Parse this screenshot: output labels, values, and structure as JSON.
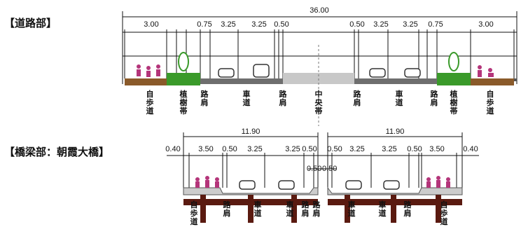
{
  "headings": {
    "road": "【道路部】",
    "bridge": "【橋梁部：朝霞大橋】"
  },
  "road_section": {
    "total_width": "36.00",
    "dimensions": [
      "3.00",
      "0.75",
      "3.25",
      "3.25",
      "0.50",
      "0.50",
      "3.25",
      "3.25",
      "0.75",
      "3.00"
    ],
    "labels": [
      "自歩道",
      "植樹帯",
      "路肩",
      "車道",
      "路肩",
      "中央帯",
      "路肩",
      "車道",
      "路肩",
      "植樹帯",
      "自歩道"
    ]
  },
  "bridge_section": {
    "deck_widths": [
      "11.90",
      "11.90"
    ],
    "dimensions": [
      "0.40",
      "3.50",
      "0.50",
      "3.25",
      "3.25",
      "0.50",
      "0.50",
      "3.25",
      "3.25",
      "0.50",
      "3.50",
      "0.40"
    ],
    "gap_dimensions": [
      "0.50",
      "0.50"
    ],
    "labels": [
      "自歩道",
      "路肩",
      "車道",
      "車道",
      "路肩",
      "路肩",
      "車道",
      "車道",
      "路肩",
      "自歩道"
    ]
  },
  "colors": {
    "planting": "#3a9a2a",
    "sidewalk": "#8a5a2a",
    "road": "#7a7a7a",
    "median": "#c8c8c8",
    "structure": "#5a1a10"
  }
}
